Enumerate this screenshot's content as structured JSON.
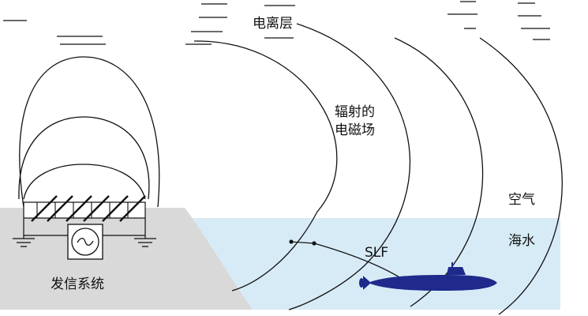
{
  "labels": {
    "ionosphere": "电离层",
    "radiated_field_line1": "辐射的",
    "radiated_field_line2": "电磁场",
    "air": "空气",
    "seawater": "海水",
    "slf": "SLF",
    "transmitter": "发信系统"
  },
  "icons": {
    "oscillator": "sine-wave-source-icon",
    "ground": "ground-symbol-icon",
    "submarine": "submarine-icon"
  },
  "colors": {
    "sea": "#d7ebf6",
    "land": "#d9d9d9",
    "submarine": "#1f2a8c",
    "ink": "#111111"
  }
}
